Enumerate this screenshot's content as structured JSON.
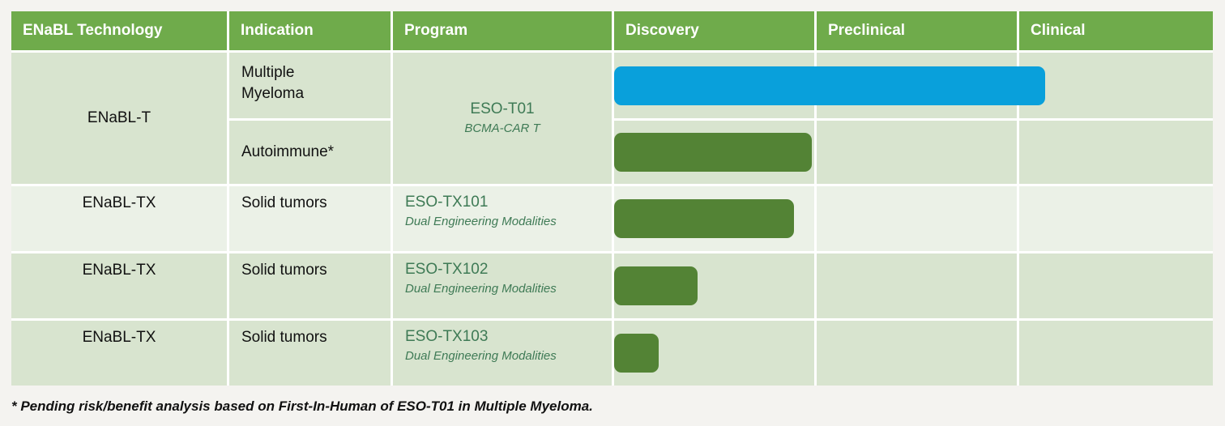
{
  "columns": [
    "ENaBL Technology",
    "Indication",
    "Program",
    "Discovery",
    "Preclinical",
    "Clinical"
  ],
  "rows": [
    {
      "technology": "ENaBL-T",
      "program": {
        "name": "ESO-T01",
        "subtitle": "BCMA-CAR T"
      },
      "indications": [
        {
          "label": "Multiple\nMyeloma",
          "bar": {
            "color": "blue",
            "progress": 0.72
          }
        },
        {
          "label": "Autoimmune*",
          "bar": {
            "color": "green",
            "progress": 0.33
          }
        }
      ]
    },
    {
      "technology": "ENaBL-TX",
      "indication": "Solid tumors",
      "program": {
        "name": "ESO-TX101",
        "subtitle": "Dual Engineering Modalities"
      },
      "bar": {
        "color": "green",
        "progress": 0.3
      }
    },
    {
      "technology": "ENaBL-TX",
      "indication": "Solid tumors",
      "program": {
        "name": "ESO-TX102",
        "subtitle": "Dual Engineering Modalities"
      },
      "bar": {
        "color": "green",
        "progress": 0.14
      }
    },
    {
      "technology": "ENaBL-TX",
      "indication": "Solid tumors",
      "program": {
        "name": "ESO-TX103",
        "subtitle": "Dual Engineering Modalities"
      },
      "bar": {
        "color": "green",
        "progress": 0.075
      }
    }
  ],
  "footnote": {
    "text": "* Pending risk/benefit analysis based on First-In-Human of ESO-T01 in Multiple Myeloma."
  },
  "colors": {
    "page_bg": "#f4f3f0",
    "grid_line": "#ffffff",
    "header_bg": "#6fab4b",
    "header_text": "#ffffff",
    "row_dark": "#d8e4cf",
    "row_light": "#ebf1e7",
    "bar_blue": "#09a0db",
    "bar_green": "#538335",
    "program_text": "#3e7a55",
    "body_text": "#111111"
  },
  "chart_data": {
    "type": "bar",
    "title": "",
    "stages": [
      "Discovery",
      "Preclinical",
      "Clinical"
    ],
    "series": [
      {
        "name": "ESO-T01 (Multiple Myeloma)",
        "stage_progress": 0.72,
        "color": "#09a0db"
      },
      {
        "name": "ESO-T01 (Autoimmune*)",
        "stage_progress": 0.33,
        "color": "#538335"
      },
      {
        "name": "ESO-TX101 (Solid tumors)",
        "stage_progress": 0.3,
        "color": "#538335"
      },
      {
        "name": "ESO-TX102 (Solid tumors)",
        "stage_progress": 0.14,
        "color": "#538335"
      },
      {
        "name": "ESO-TX103 (Solid tumors)",
        "stage_progress": 0.075,
        "color": "#538335"
      }
    ],
    "xlim": [
      0,
      1
    ],
    "legend": false,
    "orientation": "horizontal"
  }
}
